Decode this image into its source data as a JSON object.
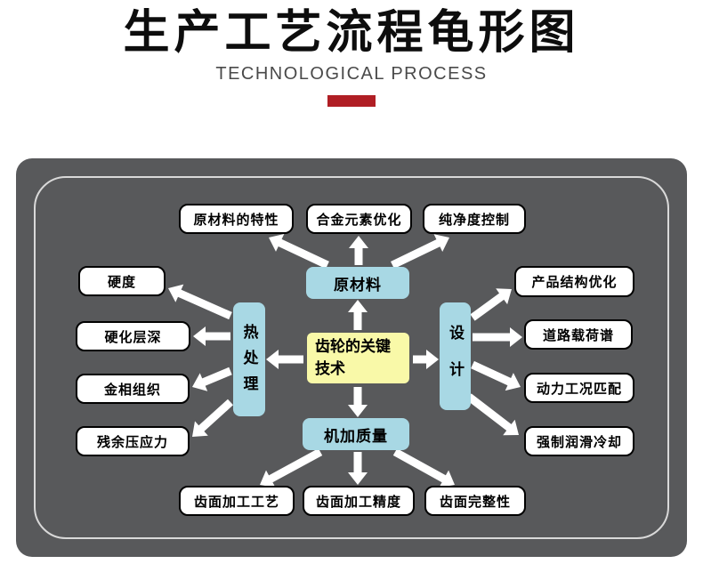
{
  "header": {
    "title": "生产工艺流程龟形图",
    "subtitle": "TECHNOLOGICAL PROCESS"
  },
  "diagram": {
    "center": {
      "label": "齿轮的关键技术"
    },
    "branches": {
      "raw_material": {
        "label": "原材料"
      },
      "design": {
        "label": "设计"
      },
      "heat_treatment": {
        "label": "热处理"
      },
      "machining_quality": {
        "label": "机加质量"
      }
    },
    "leaves": {
      "raw_material_property": {
        "label": "原材料的特性"
      },
      "alloy_element_optimization": {
        "label": "合金元素优化"
      },
      "purity_control": {
        "label": "纯净度控制"
      },
      "product_structure_optimization": {
        "label": "产品结构优化"
      },
      "road_load_spectrum": {
        "label": "道路载荷谱"
      },
      "power_condition_matching": {
        "label": "动力工况匹配"
      },
      "forced_lubrication_cooling": {
        "label": "强制润滑冷却"
      },
      "hardness": {
        "label": "硬度"
      },
      "hardened_layer_depth": {
        "label": "硬化层深"
      },
      "metallographic_structure": {
        "label": "金相组织"
      },
      "residual_compressive_stress": {
        "label": "残余压应力"
      },
      "tooth_surface_machining_technology": {
        "label": "齿面加工工艺"
      },
      "tooth_surface_machining_precision": {
        "label": "齿面加工精度"
      },
      "tooth_surface_integrity": {
        "label": "齿面完整性"
      }
    }
  },
  "colors": {
    "accent_red": "#b01e24",
    "panel_gray": "#58595b",
    "branch_blue": "#a8d8e4",
    "center_yellow": "#f9f9a8",
    "leaf_white": "#ffffff",
    "inner_border_gray": "#d9d9d9"
  }
}
